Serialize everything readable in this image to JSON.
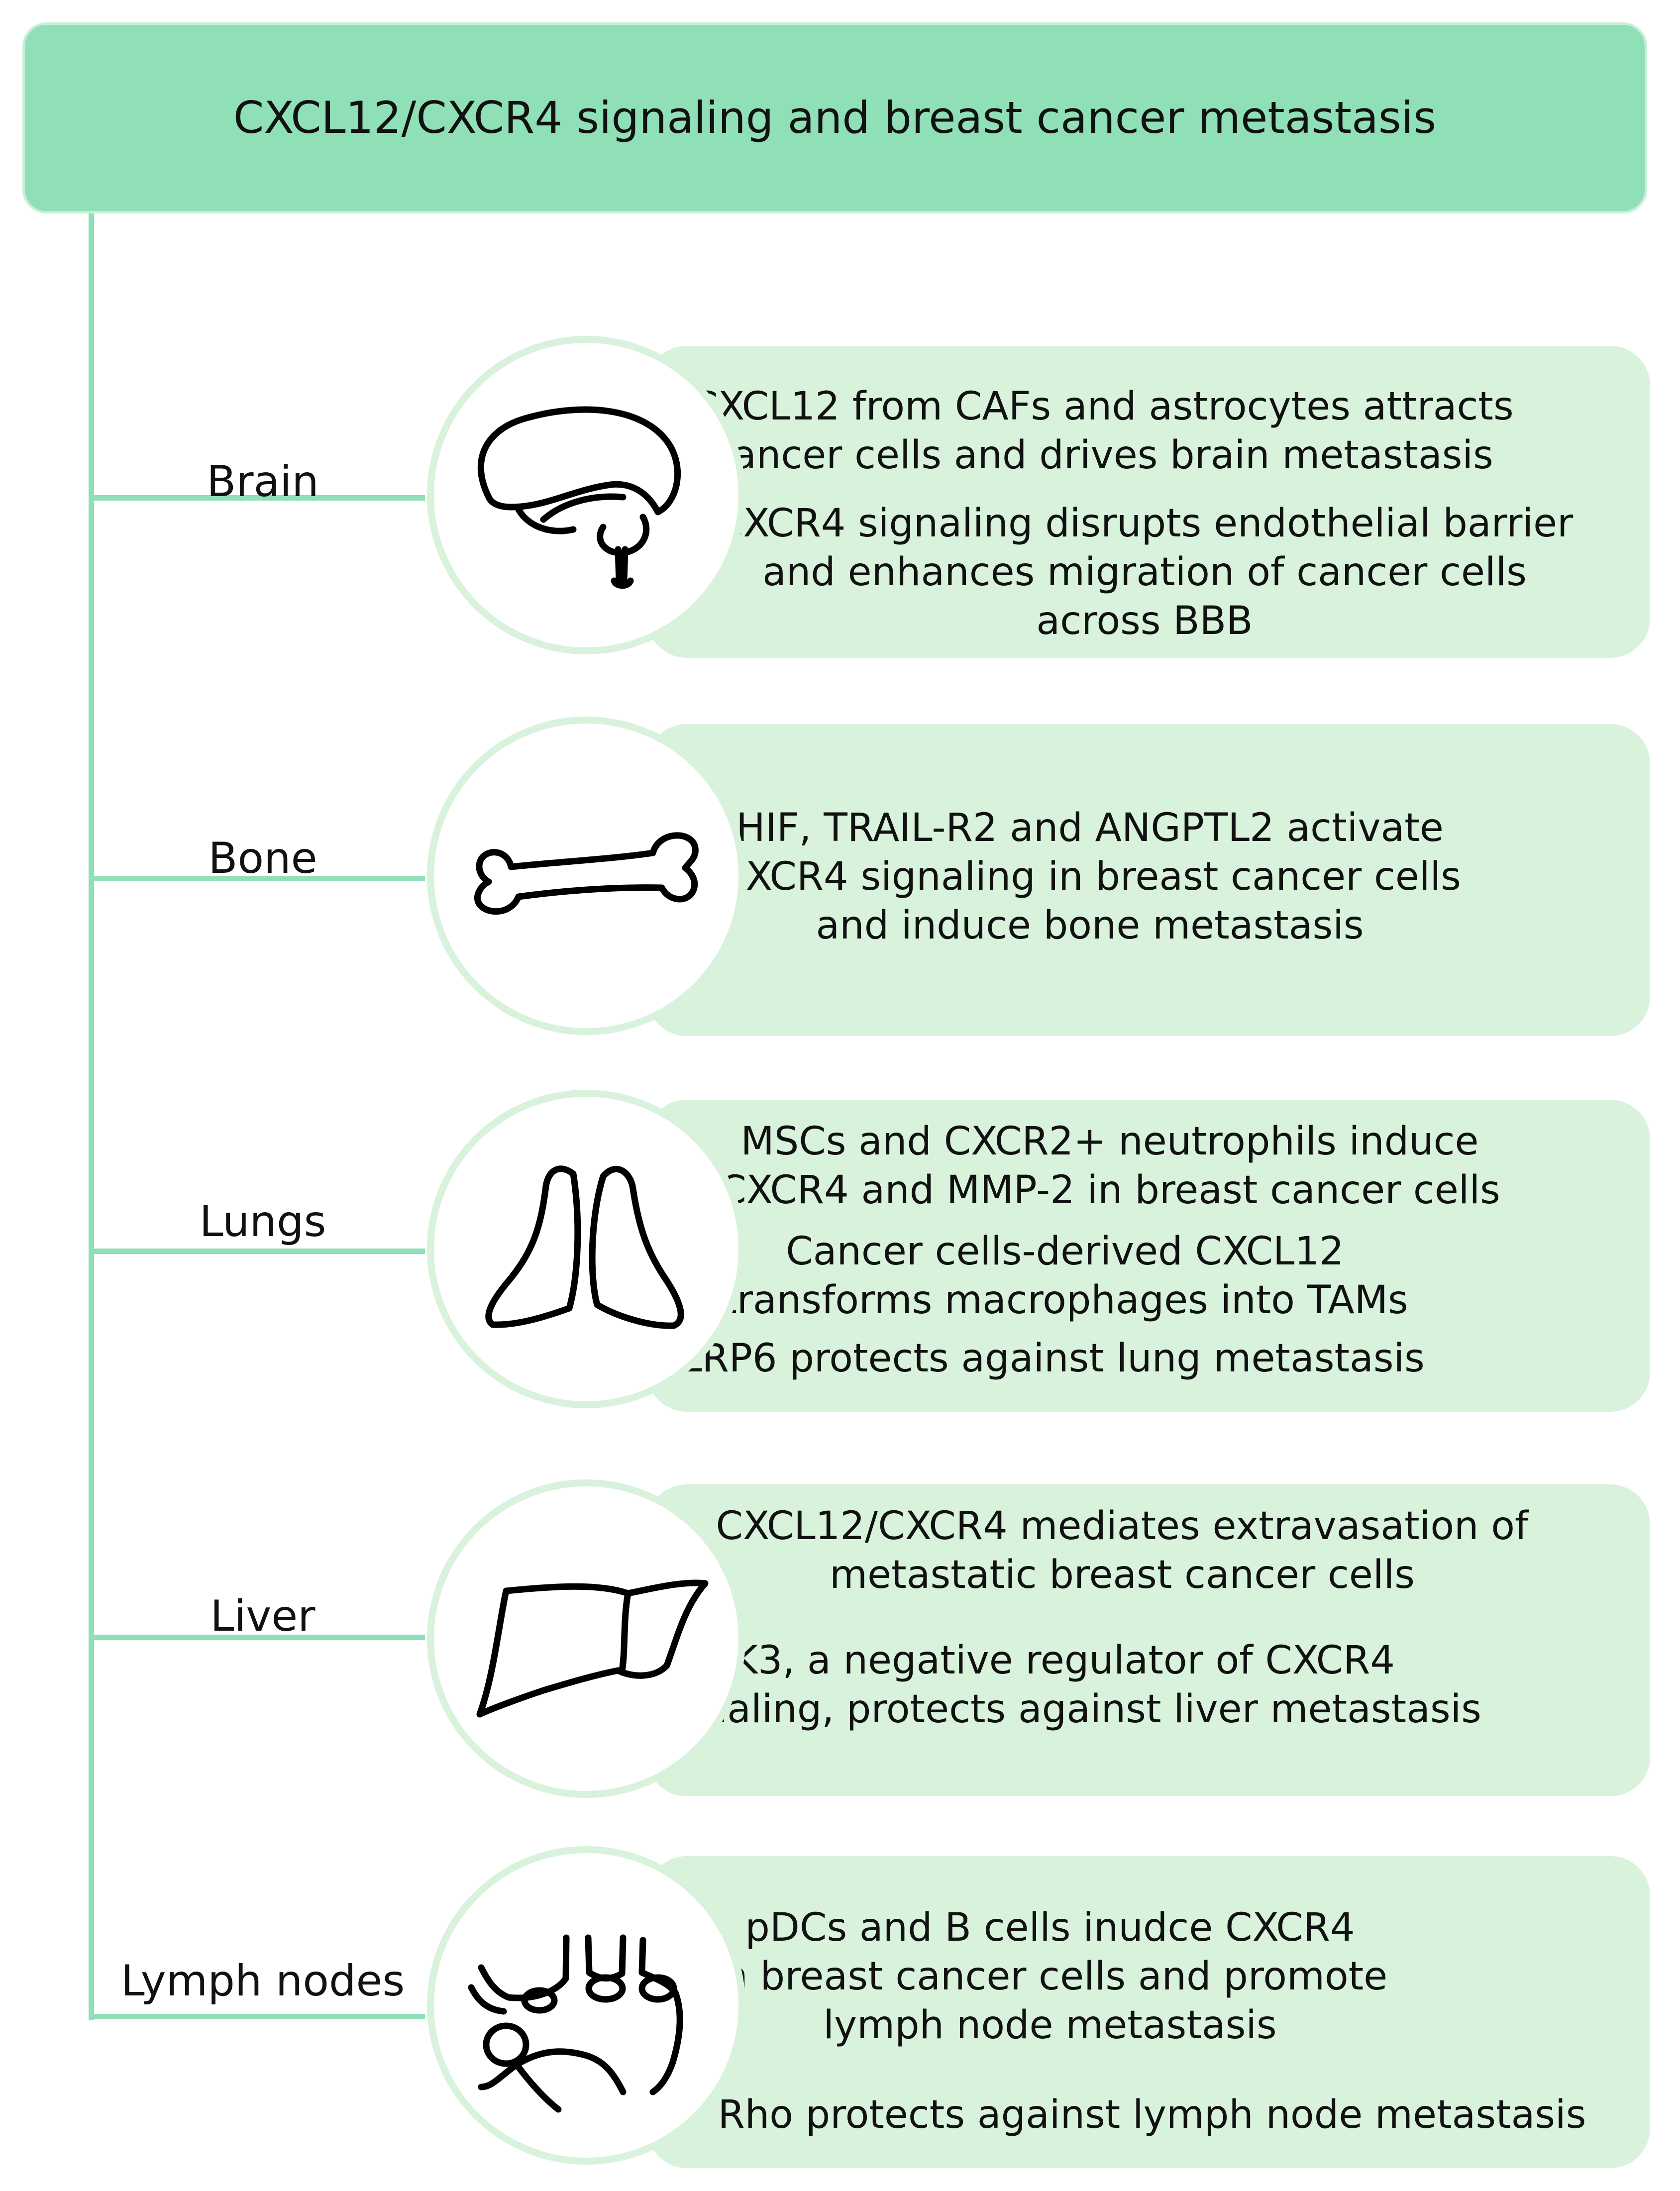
{
  "title": "CXCL12/CXCR4 signaling and breast cancer metastasis",
  "colors": {
    "title_fill": "#8fdfb7",
    "connector": "#8fdfb7",
    "box_fill": "#d8f2dc",
    "outline": "#000000"
  },
  "organs": [
    {
      "label": "Brain",
      "icon": "brain-icon",
      "notes": [
        [
          "CXCL12 from CAFs and astrocytes attracts",
          "cancer cells  and drives brain metastasis"
        ],
        [
          "CXCR4 signaling disrupts endothelial barrier",
          "and enhances migration of cancer cells",
          "across BBB"
        ]
      ]
    },
    {
      "label": "Bone",
      "icon": "bone-icon",
      "notes": [
        [
          "HIF, TRAIL-R2 and ANGPTL2 activate",
          "CXCR4 signaling in breast cancer cells",
          "and induce bone metastasis"
        ]
      ]
    },
    {
      "label": "Lungs",
      "icon": "lungs-icon",
      "notes": [
        [
          "MSCs and CXCR2+ neutrophils induce",
          "CXCR4 and MMP-2 in breast cancer cells"
        ],
        [
          "Cancer cells-derived CXCL12",
          "transforms macrophages into TAMs"
        ],
        [
          "LRP6 protects against lung metastasis"
        ]
      ]
    },
    {
      "label": "Liver",
      "icon": "liver-icon",
      "notes": [
        [
          "CXCL12/CXCR4 mediates extravasation of",
          "metastatic breast cancer cells"
        ],
        [
          "GRK3, a negative regulator of CXCR4",
          "signaling, protects against liver metastasis"
        ]
      ]
    },
    {
      "label": "Lymph nodes",
      "icon": "lymph-nodes-icon",
      "notes": [
        [
          "pDCs and B cells inudce CXCR4",
          "in breast cancer cells and promote",
          "lymph node metastasis"
        ],
        [
          "Rho protects against lymph node metastasis"
        ]
      ]
    }
  ]
}
